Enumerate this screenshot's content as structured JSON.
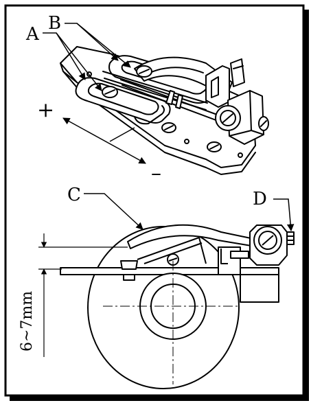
{
  "figure": {
    "top_view": {
      "labels": {
        "a": "A",
        "b": "B",
        "plus": "+",
        "minus": "–"
      }
    },
    "side_view": {
      "labels": {
        "c": "C",
        "d": "D"
      },
      "dimension": "6~7mm"
    }
  },
  "colors": {
    "line": "#000000",
    "background": "#ffffff"
  }
}
